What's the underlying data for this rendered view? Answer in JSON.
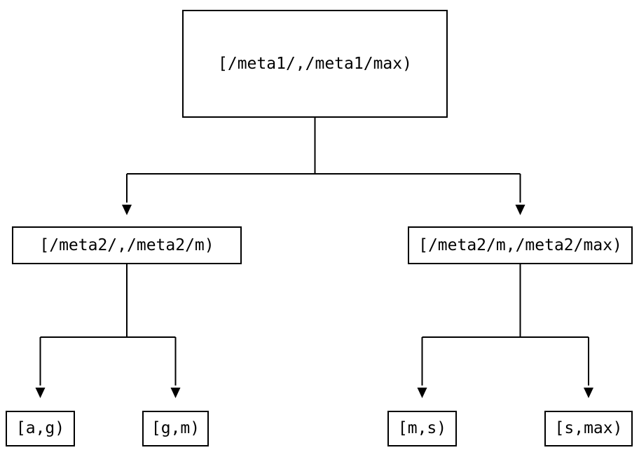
{
  "diagram": {
    "type": "tree",
    "nodes": {
      "root": {
        "label": "[/meta1/,/meta1/max)"
      },
      "level2_left": {
        "label": "[/meta2/,/meta2/m)"
      },
      "level2_right": {
        "label": "[/meta2/m,/meta2/max)"
      },
      "leaf_ag": {
        "label": "[a,g)"
      },
      "leaf_gm": {
        "label": "[g,m)"
      },
      "leaf_ms": {
        "label": "[m,s)"
      },
      "leaf_smax": {
        "label": "[s,max)"
      }
    },
    "edges": [
      {
        "from": "root",
        "to": "level2_left"
      },
      {
        "from": "root",
        "to": "level2_right"
      },
      {
        "from": "level2_left",
        "to": "leaf_ag"
      },
      {
        "from": "level2_left",
        "to": "leaf_gm"
      },
      {
        "from": "level2_right",
        "to": "leaf_ms"
      },
      {
        "from": "level2_right",
        "to": "leaf_smax"
      }
    ],
    "colors": {
      "background": "#ffffff",
      "box_border": "#000000",
      "box_fill": "#ffffff",
      "text": "#000000",
      "line": "#000000"
    }
  }
}
